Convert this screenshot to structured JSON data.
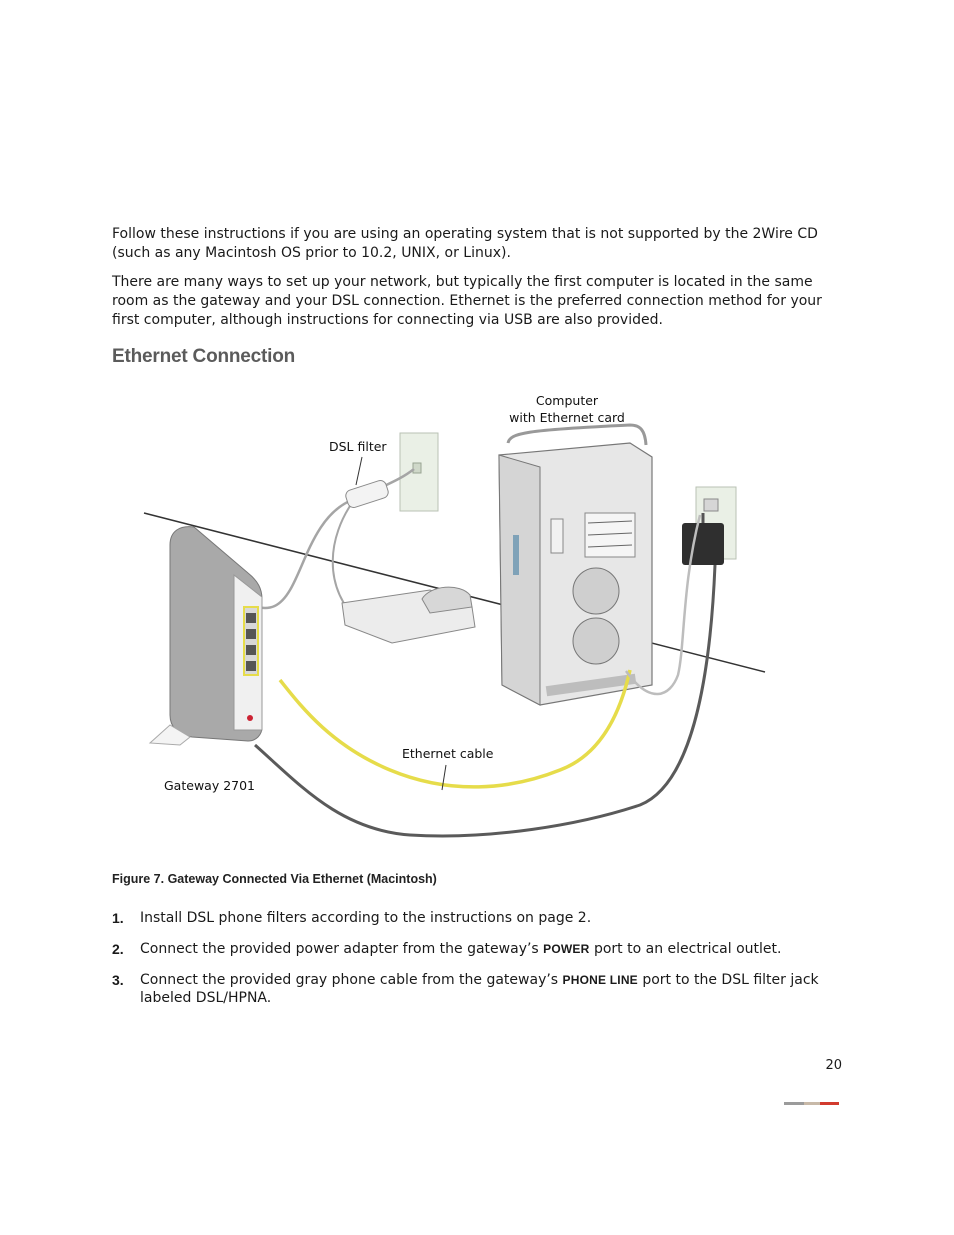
{
  "paragraphs": {
    "p1": "Follow these instructions if you are using an operating system that is not supported by the 2Wire CD (such as any Macintosh OS prior to 10.2, UNIX, or Linux).",
    "p2": "There are many ways to set up your network, but typically the first computer is located in the same room as the gateway and your DSL connection. Ethernet is the preferred connection method for your first computer, although instructions for connecting via USB are also provided."
  },
  "heading": "Ethernet Connection",
  "figure": {
    "labels": {
      "computer": "Computer",
      "computer_sub": "with Ethernet card",
      "dsl_filter": "DSL filter",
      "ethernet_cable": "Ethernet cable",
      "gateway": "Gateway 2701"
    },
    "caption": "Figure 7. Gateway Connected Via Ethernet (Macintosh)"
  },
  "steps": [
    {
      "num": "1.",
      "text": "Install DSL phone filters according to the instructions on page 2."
    },
    {
      "num": "2.",
      "pre": "Connect the provided power adapter from the gateway’s ",
      "keyword": "POWER",
      "post": " port to an electrical outlet."
    },
    {
      "num": "3.",
      "pre": "Connect the provided gray phone cable from the gateway’s ",
      "keyword": "PHONE LINE",
      "post": " port to the DSL filter jack labeled DSL/HPNA."
    }
  ],
  "page_number": "20",
  "colors": {
    "heading": "#5b5b5b",
    "footer_gray": "#9b9b9b",
    "footer_tan": "#c8b9a8",
    "footer_red": "#d23b2e",
    "ethernet_cable": "#e6dc4a"
  }
}
